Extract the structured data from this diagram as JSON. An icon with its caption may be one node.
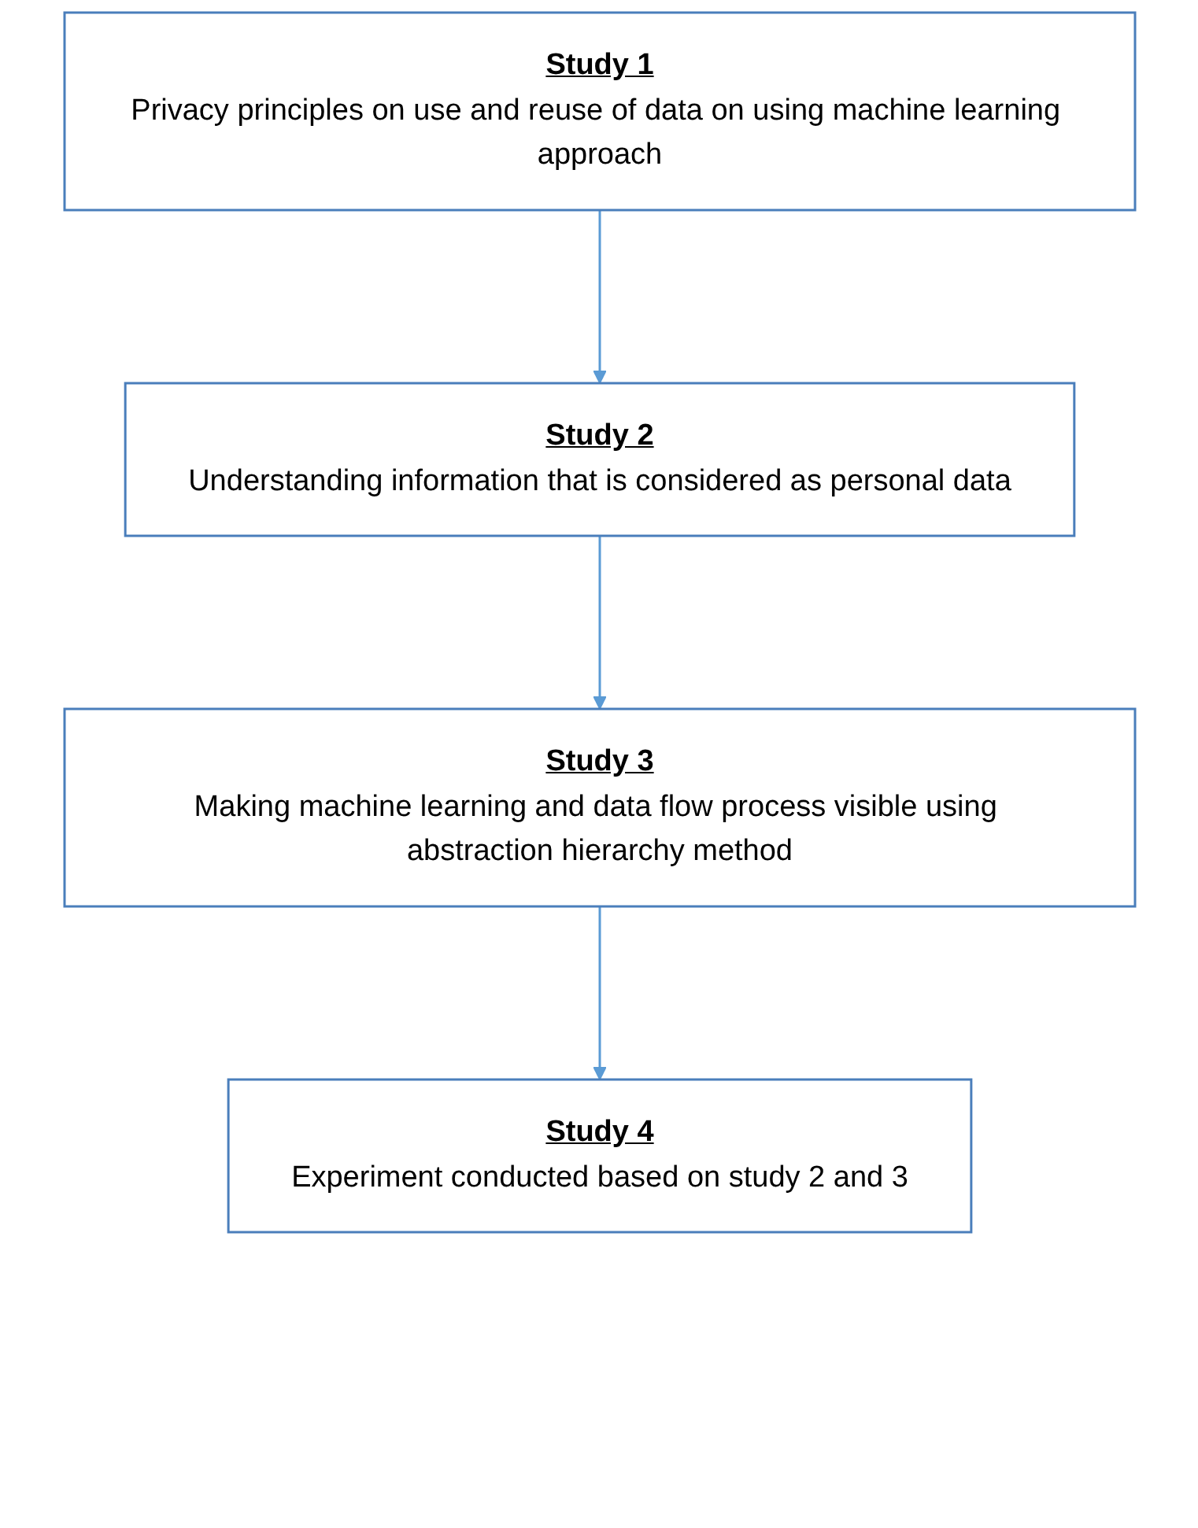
{
  "diagram": {
    "nodes": [
      {
        "text": [
          "Study 1",
          "Privacy principles on use and reuse of data on using machine learning approach"
        ]
      },
      {
        "text": [
          "Study 2",
          "Understanding information that is considered as personal data"
        ]
      },
      {
        "text": [
          "Study 3",
          "Making machine learning and data flow process visible using abstraction hierarchy method"
        ]
      },
      {
        "text": [
          "Study 4",
          "Experiment conducted based on study 2 and 3"
        ]
      }
    ],
    "edges": [
      {
        "from": 0,
        "to": 1,
        "arrow": "to"
      },
      {
        "from": 1,
        "to": 2,
        "arrow": "to"
      },
      {
        "from": 2,
        "to": 3,
        "arrow": "to"
      }
    ]
  }
}
